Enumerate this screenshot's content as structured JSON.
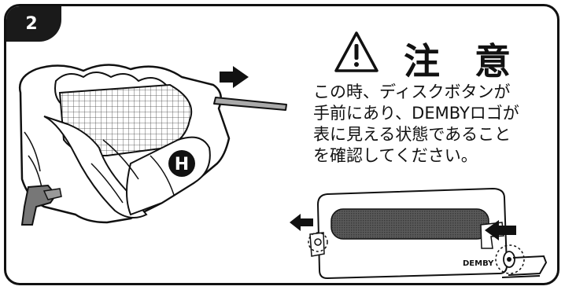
{
  "step": {
    "number": "2"
  },
  "left_illustration": {
    "label": "H"
  },
  "caution": {
    "title": "注 意",
    "lines": [
      "この時、ディスクボタンが",
      "手前にあり、DEMBYロゴが",
      "表に見える状態であること",
      "を確認してください。"
    ]
  },
  "right_illustration": {
    "logo": "DEMBY"
  },
  "colors": {
    "ink": "#111111",
    "mesh": "#6a6a6a",
    "background": "#ffffff"
  }
}
